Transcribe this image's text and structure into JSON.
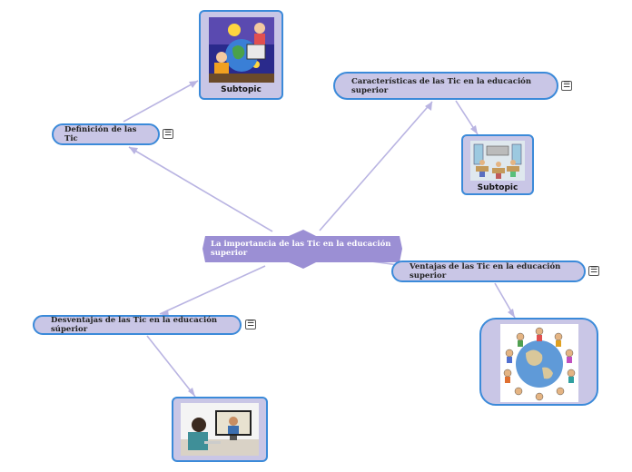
{
  "map": {
    "center": {
      "label": "La importancia de las Tic en la educación superior"
    },
    "topics": {
      "definicion": {
        "label": "Definición de las Tic",
        "note_icon": "☰"
      },
      "caracteristicas": {
        "label": "Características de las Tic en la educación superior",
        "note_icon": "☰"
      },
      "ventajas": {
        "label": "Ventajas de las Tic en la educación superior",
        "note_icon": "☰"
      },
      "desventajas": {
        "label": "Desventajas  de las Tic en la educación súperior",
        "note_icon": "☰"
      }
    },
    "subtopics": {
      "definicion_sub": {
        "label": "Subtopic"
      },
      "caracteristicas_sub": {
        "label": "Subtopic"
      }
    },
    "colors": {
      "node_fill": "#c9c6e6",
      "node_border": "#3b8ad9",
      "center_fill": "#9b8fd4",
      "connector": "#b9b4e2"
    }
  }
}
